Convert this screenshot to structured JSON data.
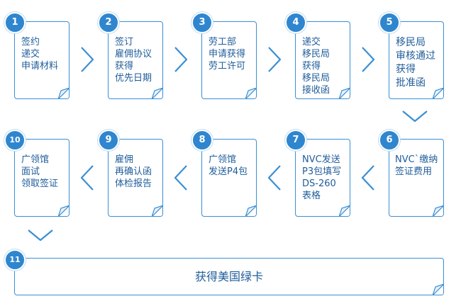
{
  "steps": [
    {
      "number": "1",
      "text": "签约\n递交\n申请材料"
    },
    {
      "number": "2",
      "text": "签订\n雇佣协议\n获得\n优先日期"
    },
    {
      "number": "3",
      "text": "劳工部\n申请获得\n劳工许可"
    },
    {
      "number": "4",
      "text": "递交\n移民局\n获得\n移民局\n接收函"
    },
    {
      "number": "5",
      "text": "移民局\n审核通过\n获得\n批准函"
    },
    {
      "number": "6",
      "text": "NVC`缴纳\n签证费用"
    },
    {
      "number": "7",
      "text": "NVC发送\nP3包填写\nDS-260\n表格"
    },
    {
      "number": "8",
      "text": "广领馆\n发送P4包"
    },
    {
      "number": "9",
      "text": "雇佣\n再确认函\n体检报告"
    },
    {
      "number": "10",
      "text": "广领馆\n面试\n领取签证"
    }
  ],
  "final_step": {
    "number": "11",
    "text": "获得美国绿卡"
  },
  "colors": {
    "accent": "#2f86cf",
    "border": "#3a8fd4",
    "text": "#1f5d9a",
    "arrow": "#3a8fd4"
  }
}
